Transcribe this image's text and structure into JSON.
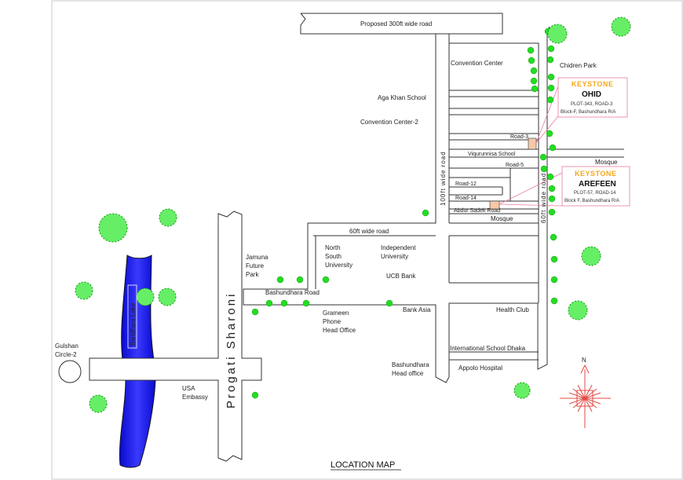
{
  "labels": {
    "proposed_road": "Proposed 300ft wide road",
    "convention_center": "Convention Center",
    "childrens_park": "Chidren Park",
    "aga_khan": "Aga Khan School",
    "convention_center_2": "Convention Center-2",
    "road_3": "Road-3",
    "viqurunnisa": "Viqurunnisa School",
    "road_5": "Road-5",
    "mosque_top": "Mosque",
    "road_12": "Road-12",
    "road_14": "Road-14",
    "abdur_sadek": "Abdur Sadek Road",
    "mosque_bottom": "Mosque",
    "road_100ft": "100ft wide road",
    "road_60ft_vertical": "60ft wide road",
    "road_60ft_horizontal": "60ft wide road",
    "jamuna": [
      "Jamuna",
      "Future",
      "Park"
    ],
    "nsu": [
      "North",
      "South",
      "University"
    ],
    "iub": [
      "Independent",
      "University"
    ],
    "ucb": "UCB Bank",
    "bashundhara_road": "Bashundhara Road",
    "grameen": [
      "Grameen",
      "Phone",
      "Head Office"
    ],
    "bank_asia": "Bank Asia",
    "health_club": "Health Club",
    "isd": "International School Dhaka",
    "appolo": "Appolo Hospital",
    "bashundhara_head": [
      "Bashundhara",
      "Head office"
    ],
    "gulshan": [
      "Gulshan",
      "Circle-2"
    ],
    "usa_embassy": [
      "USA",
      "Embassy"
    ],
    "progati_sharoni": "Progati Sharoni",
    "baridhara_lake": "Baridhara Lake",
    "north": "N",
    "footer": "LOCATION MAP"
  },
  "keystone_ohid": {
    "brand": "KEYSTONE",
    "name": "OHID",
    "plot": "PLOT-343, ROAD-3",
    "block": "Block-F, Bashundhara R/A"
  },
  "keystone_arefeen": {
    "brand": "KEYSTONE",
    "name": "AREFEEN",
    "plot": "PLOT-57, ROAD-14",
    "block": "Block F, Bashundhara R/A"
  },
  "colors": {
    "lake": "#1e1ee8",
    "tree": "#22dd22",
    "compass": "#e24a44",
    "keystone_brand": "#f4a81c",
    "project_fill": "#f5c9a8",
    "leader_line": "#e87aa0"
  }
}
